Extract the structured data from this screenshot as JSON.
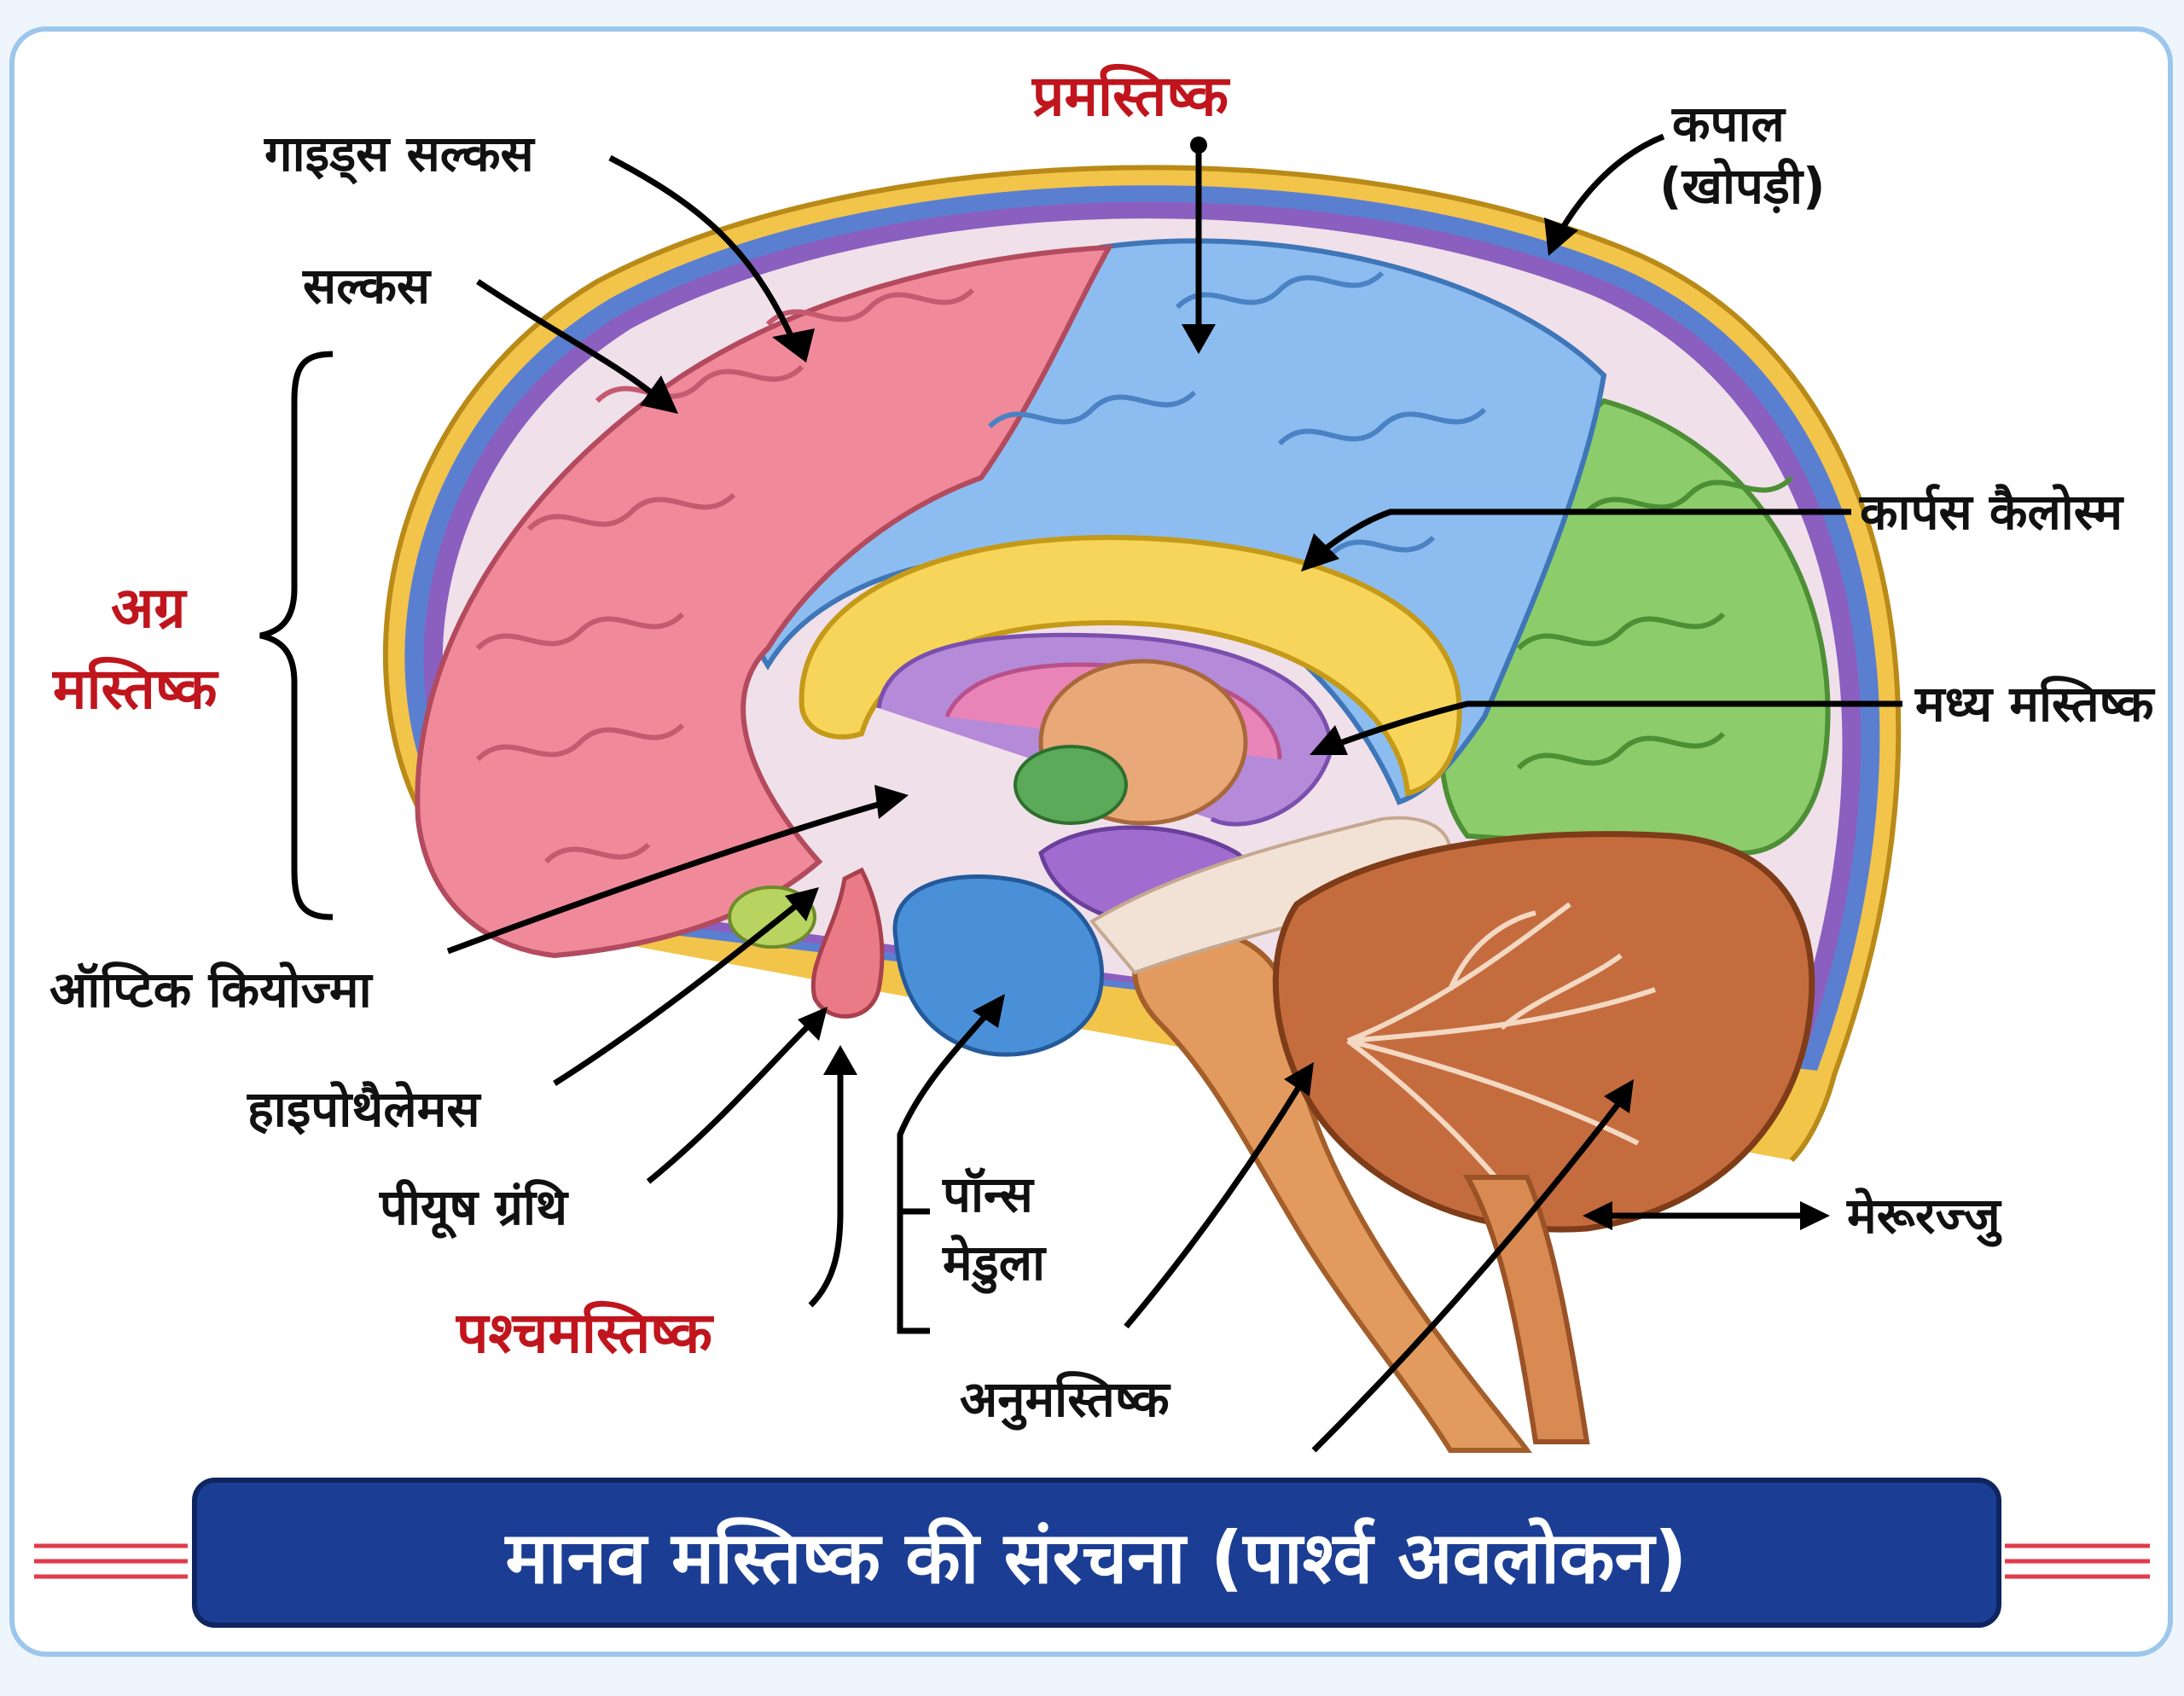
{
  "diagram": {
    "title": "मानव मस्तिष्क की संरचना (पार्श्व अवलोकन)",
    "section_labels": {
      "forebrain_line1": "अग्र",
      "forebrain_line2": "मस्तिष्क",
      "cerebrum": "प्रमस्तिष्क",
      "hindbrain": "पश्चमस्तिष्क"
    },
    "labels": {
      "gyrus_sulcus": "गाइड्स सल्कस",
      "sulcus": "सल्कस",
      "skull_line1": "कपाल",
      "skull_line2": "(खोपड़ी)",
      "corpus_callosum": "कार्पस कैलोस्म",
      "midbrain": "मध्य मस्तिष्क",
      "optic_chiasma": "ऑप्टिक कियोज्मा",
      "hypothalamus": "हाइपोथैलेमस",
      "pituitary": "पीयूष ग्रंथि",
      "pons": "पॉन्स",
      "medulla": "मेडुला",
      "cerebellum": "अनुमस्तिष्क",
      "spinal_cord": "मेरूरज्जु"
    },
    "colors": {
      "frontal": "#f08a9a",
      "parietal": "#8dbdf0",
      "occipital": "#8ccc6a",
      "corpus_callosum": "#f7d55a",
      "cerebellum": "#c56c3e",
      "pons": "#4a90d8",
      "skull": "#f2c44a",
      "title_bar": "#1b3e94",
      "accent_red": "#c0151d"
    }
  }
}
